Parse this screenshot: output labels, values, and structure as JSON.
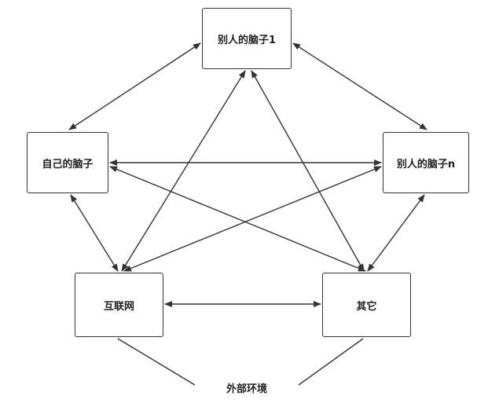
{
  "nodes": {
    "brain_1": "别人的脑子1",
    "own_brain": "自己的脑子",
    "brain_n": "别人的脑子n",
    "internet": "互联网",
    "other": "其它"
  },
  "external_environment": "外部环境",
  "colors": {
    "stroke": "#333333",
    "text": "#222222",
    "background": "#ffffff"
  }
}
